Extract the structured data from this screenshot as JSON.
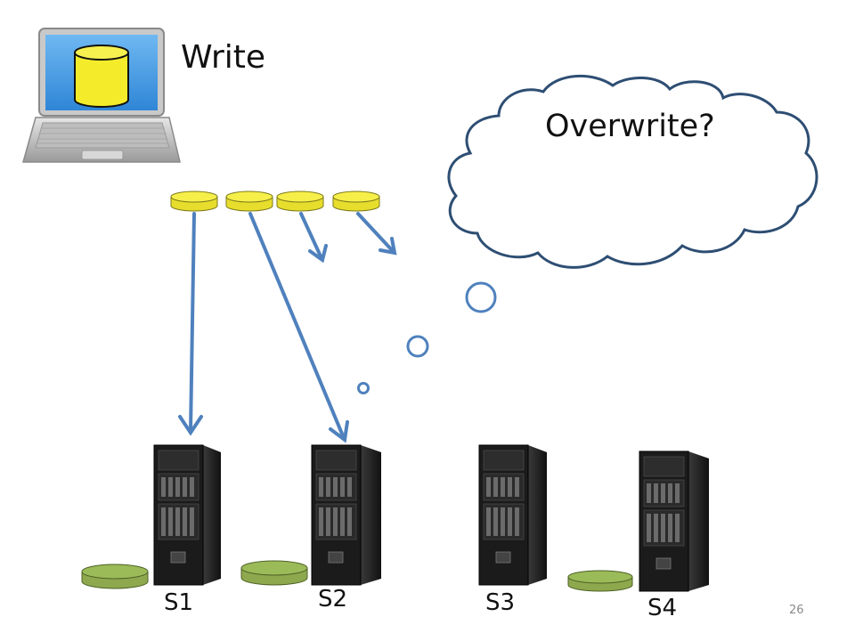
{
  "title": "Write",
  "thought_bubble": {
    "text": "Overwrite?"
  },
  "servers": [
    {
      "label": "S1",
      "has_disk": true
    },
    {
      "label": "S2",
      "has_disk": true
    },
    {
      "label": "S3",
      "has_disk": false
    },
    {
      "label": "S4",
      "has_disk": true
    }
  ],
  "write_disks": 4,
  "page_number": "26",
  "colors": {
    "arrow": "#4f81bd",
    "write_disk": "#f2e93a",
    "server_disk": "#9bbb59",
    "cloud_stroke": "#2e4e73",
    "screen_blue": "#4aa0e8",
    "server_body": "#1b1b1b"
  },
  "icons": [
    "laptop-icon",
    "database-icon",
    "server-icon",
    "disk-icon",
    "thought-cloud-icon"
  ]
}
